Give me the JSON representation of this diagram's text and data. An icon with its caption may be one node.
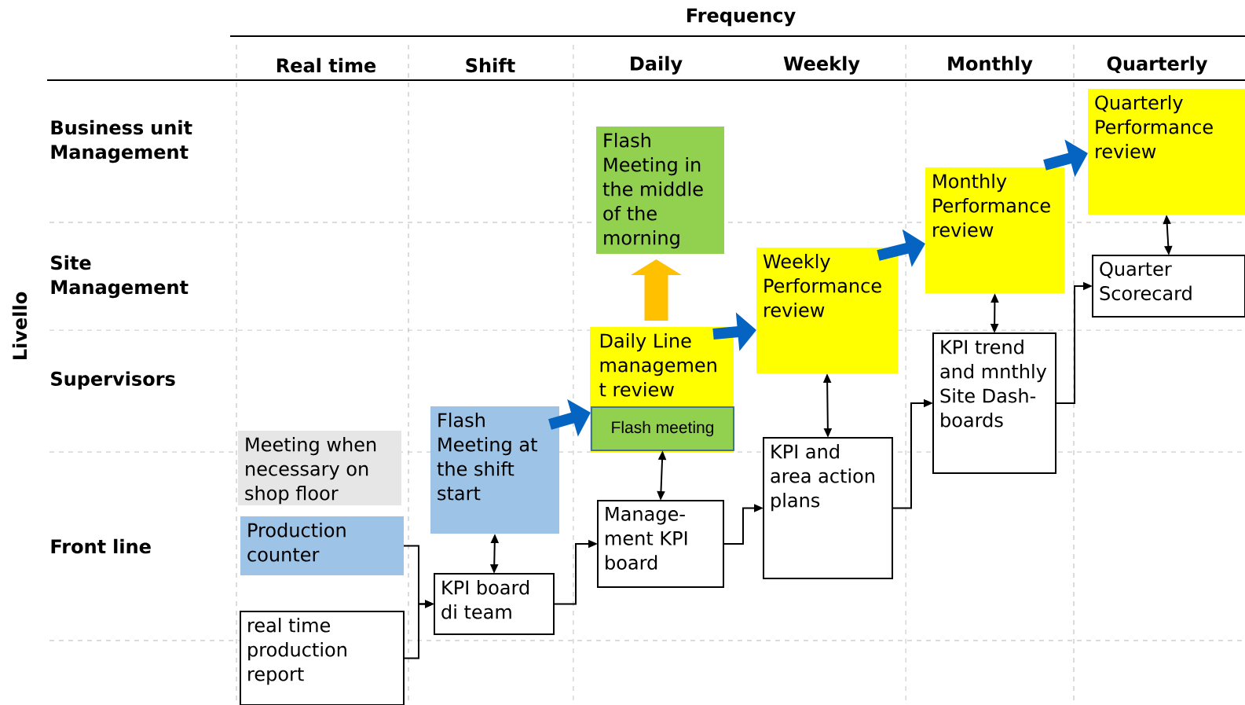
{
  "diagram": {
    "nodes": [
      {
        "text": [
          "Meeting when necessary on shop floor"
        ]
      },
      {
        "text": [
          "Production counter"
        ]
      },
      {
        "text": [
          "real time production report"
        ]
      },
      {
        "text": [
          "Flash Meeting at the shift start"
        ]
      },
      {
        "text": [
          "KPI board di team"
        ]
      },
      {
        "text": [
          "Daily Line managemen t review"
        ]
      },
      {
        "text": [
          "Flash meeting"
        ],
        "in": 5
      },
      {
        "text": [
          "Flash Meeting in the middle of the morning"
        ]
      },
      {
        "text": [
          "Manage- ment KPI board"
        ]
      },
      {
        "text": [
          "Weekly Performance review"
        ]
      },
      {
        "text": [
          "KPI and area action plans"
        ]
      },
      {
        "text": [
          "Monthly Performance review"
        ]
      },
      {
        "text": [
          "KPI trend and mnthly Site Dash- boards"
        ]
      },
      {
        "text": [
          "Quarterly Performance review"
        ]
      },
      {
        "text": [
          "Quarter Scorecard"
        ]
      }
    ],
    "edges": [
      {
        "from": 1,
        "to": 4,
        "arrow": "to"
      },
      {
        "from": 2,
        "to": 4,
        "arrow": "to"
      },
      {
        "from": 3,
        "to": 4,
        "arrow": "both"
      },
      {
        "from": 4,
        "to": 8,
        "arrow": "to"
      },
      {
        "from": 6,
        "to": 8,
        "arrow": "both"
      },
      {
        "from": 8,
        "to": 10,
        "arrow": "to"
      },
      {
        "from": 9,
        "to": 10,
        "arrow": "both"
      },
      {
        "from": 10,
        "to": 12,
        "arrow": "to"
      },
      {
        "from": 11,
        "to": 12,
        "arrow": "both"
      },
      {
        "from": 12,
        "to": 14,
        "arrow": "to"
      },
      {
        "from": 13,
        "to": 14,
        "arrow": "both"
      },
      {
        "from": 3,
        "to": 5,
        "arrow": "to",
        "style": "thick",
        "color": "#0563c1"
      },
      {
        "from": 5,
        "to": 9,
        "arrow": "to",
        "style": "thick",
        "color": "#0563c1"
      },
      {
        "from": 9,
        "to": 11,
        "arrow": "to",
        "style": "thick",
        "color": "#0563c1"
      },
      {
        "from": 11,
        "to": 13,
        "arrow": "to",
        "style": "thick",
        "color": "#0563c1"
      },
      {
        "from": 5,
        "to": 7,
        "arrow": "to",
        "style": "thick",
        "color": "#ffc000"
      }
    ],
    "labels": [
      "Frequency",
      "Real time",
      "Shift",
      "Daily",
      "Weekly",
      "Monthly",
      "Quarterly",
      "Business unit Management",
      "Site Management",
      "Livello",
      "Supervisors",
      "Front line"
    ]
  }
}
